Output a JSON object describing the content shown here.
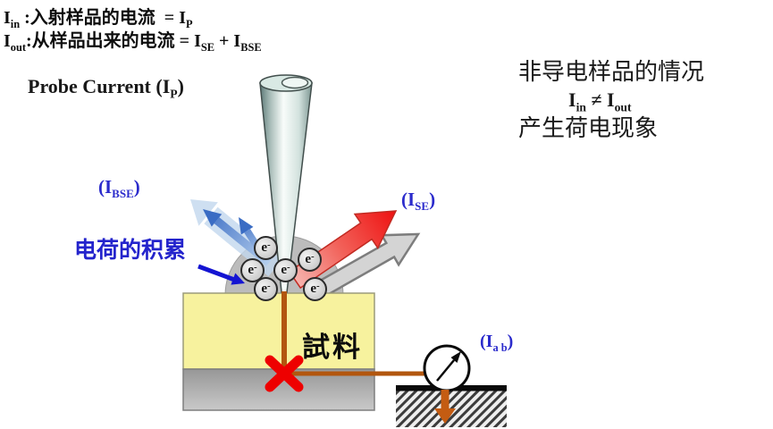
{
  "colors": {
    "label_blue": "#2b2bcc",
    "beam_brown": "#b2560e",
    "cross_red": "#ee0000",
    "sample_yellow": "#f7f29e",
    "base_gray": "#ababab",
    "bse_arrow_blue": "#4a7fd0",
    "se_arrow_red": "#ee1111"
  },
  "top_left": {
    "line1": {
      "i": "I",
      "sub": "in",
      "mid": " :入射样品的电流  = I",
      "sub2": "P"
    },
    "line2": {
      "i": "I",
      "sub": "out",
      "mid": ":从样品出来的电流 = I",
      "sub2": "SE",
      "plus": " + I",
      "sub3": "BSE"
    }
  },
  "probe_label": {
    "pre": "Probe Current (I",
    "sub": "P",
    "post": ")"
  },
  "right_panel": {
    "line1": "非导电样品的情况",
    "eq": {
      "i": "I",
      "sub": "in",
      "neq": " ≠ I",
      "sub2": "out"
    },
    "line3": "产生荷电现象"
  },
  "labels": {
    "ibse": {
      "pre": "(I",
      "sub": "BSE",
      "post": ")"
    },
    "ise": {
      "pre": "(I",
      "sub": "SE",
      "post": ")"
    },
    "charge_accumulation": "电荷的积累",
    "iab": {
      "pre": "(I",
      "sub": "a b",
      "post": ")"
    },
    "sample": "試料",
    "electron": {
      "base": "e",
      "sup": "-"
    }
  }
}
